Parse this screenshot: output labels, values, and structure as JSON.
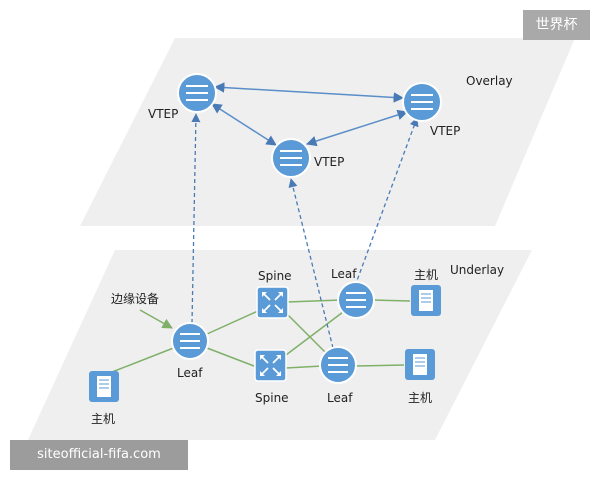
{
  "brand_badge": "世界杯",
  "site_badge": "siteofficial-fifa.com",
  "colors": {
    "plane": "#efefef",
    "node": "#5a9ad6",
    "node_ring": "#ffffff",
    "underlay_link": "#7fb069",
    "overlay_link": "#5a8ec8",
    "tunnel": "#4a7ab5"
  },
  "icons": {
    "vtep": "router-disc-icon",
    "leaf": "switch-disc-icon",
    "spine": "spine-switch-icon",
    "host": "server-icon"
  },
  "overlay": {
    "label": "Overlay",
    "vtep_left": "VTEP",
    "vtep_center": "VTEP",
    "vtep_right": "VTEP"
  },
  "underlay": {
    "label": "Underlay",
    "edge_device": "边缘设备",
    "spine_top": "Spine",
    "spine_bottom": "Spine",
    "leaf_left": "Leaf",
    "leaf_top_right": "Leaf",
    "leaf_bottom_right": "Leaf",
    "host_left": "主机",
    "host_top_right": "主机",
    "host_bottom_right": "主机"
  }
}
